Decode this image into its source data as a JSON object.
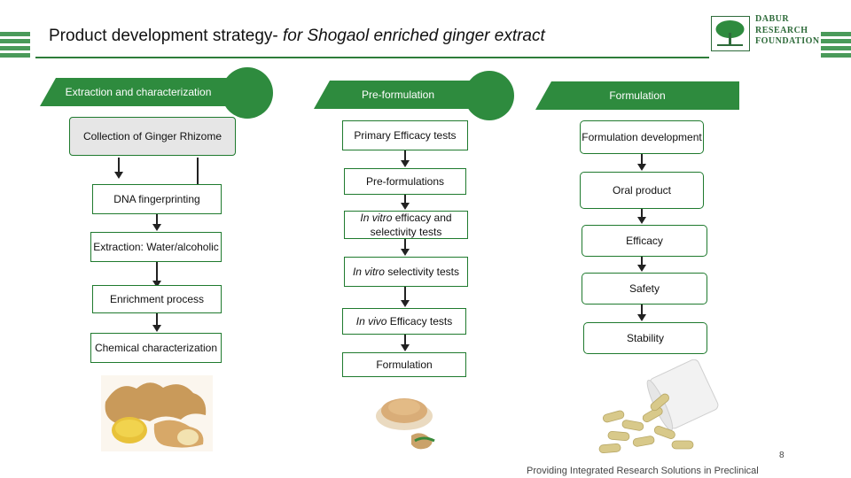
{
  "title": {
    "prefix": "Product development strategy- ",
    "italic": "for Shogaol enriched ginger extract"
  },
  "logo": {
    "line1": "DABUR",
    "line2": "RESEARCH",
    "line3": "FOUNDATION"
  },
  "columns": {
    "extraction": {
      "header": "Extraction and characterization",
      "steps": [
        "Collection of Ginger Rhizome",
        "DNA fingerprinting",
        "Extraction: Water/alcoholic",
        "Enrichment process",
        "Chemical characterization"
      ]
    },
    "preformulation": {
      "header": "Pre-formulation",
      "steps": {
        "primary": "Primary Efficacy tests",
        "preforms": "Pre-formulations",
        "invitro1_italic": "In vitro",
        "invitro1_rest": " efficacy and selectivity tests",
        "invitro2_italic": "In vitro",
        "invitro2_rest": " selectivity tests",
        "invivo_italic": "In vivo",
        "invivo_rest": " Efficacy tests",
        "formulation": "Formulation"
      }
    },
    "formulation": {
      "header": "Formulation",
      "steps": [
        "Formulation development",
        "Oral product",
        "Efficacy",
        "Safety",
        "Stability"
      ]
    }
  },
  "footer": "Providing Integrated Research Solutions in Preclinical",
  "page_number": "8"
}
